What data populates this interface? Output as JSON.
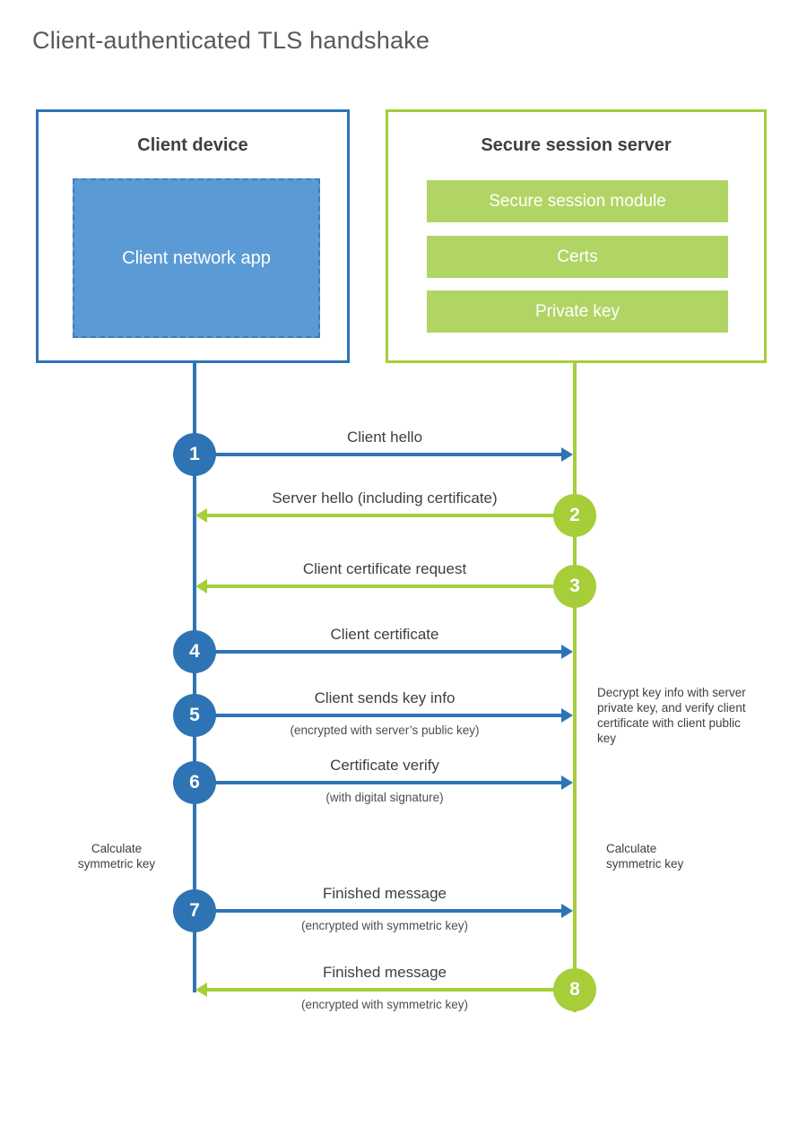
{
  "page": {
    "title": "Client-authenticated TLS handshake"
  },
  "client": {
    "title": "Client device",
    "app_label": "Client network app"
  },
  "server": {
    "title": "Secure session server",
    "modules": [
      "Secure session module",
      "Certs",
      "Private key"
    ]
  },
  "steps": [
    {
      "number": "1",
      "label": "Client hello",
      "direction": "right",
      "color": "blue"
    },
    {
      "number": "2",
      "label": "Server hello (including certificate)",
      "direction": "left",
      "color": "green"
    },
    {
      "number": "3",
      "label": "Client certificate request",
      "direction": "left",
      "color": "green"
    },
    {
      "number": "4",
      "label": "Client certificate",
      "direction": "right",
      "color": "blue"
    },
    {
      "number": "5",
      "label": "Client sends key info",
      "sublabel": "(encrypted with server’s public key)",
      "direction": "right",
      "color": "blue"
    },
    {
      "number": "6",
      "label": "Certificate verify",
      "sublabel": "(with digital signature)",
      "direction": "right",
      "color": "blue"
    },
    {
      "number": "7",
      "label": "Finished message",
      "sublabel": "(encrypted with symmetric key)",
      "direction": "right",
      "color": "blue"
    },
    {
      "number": "8",
      "label": "Finished message",
      "sublabel": "(encrypted with symmetric key)",
      "direction": "left",
      "color": "green"
    }
  ],
  "annotations": {
    "left_calculate": "Calculate\nsymmetric key",
    "right_calculate": "Calculate\nsymmetric key",
    "decrypt_note": "Decrypt key info with server private key, and verify client certificate with client public key"
  },
  "colors": {
    "blue": "#2e74b5",
    "blue_fill": "#5b9bd5",
    "green": "#a5ce39",
    "green_fill": "#b1d565",
    "text_dark": "#3f3f3f",
    "text_gray": "#58595b"
  }
}
